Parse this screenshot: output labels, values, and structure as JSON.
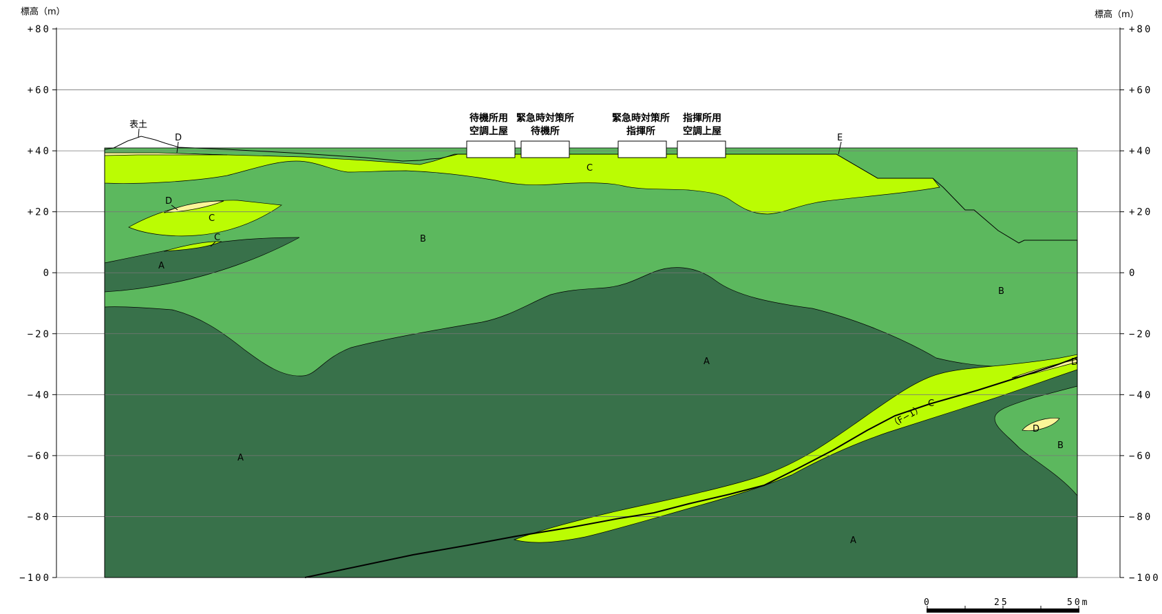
{
  "axis": {
    "left_unit": "標高（m）",
    "right_unit": "標高（m）",
    "ticks": [
      {
        "value": 80,
        "label": "+80"
      },
      {
        "value": 60,
        "label": "+60"
      },
      {
        "value": 40,
        "label": "+40"
      },
      {
        "value": 20,
        "label": "+20"
      },
      {
        "value": 0,
        "label": "0"
      },
      {
        "value": -20,
        "label": "−20"
      },
      {
        "value": -40,
        "label": "−40"
      },
      {
        "value": -60,
        "label": "−60"
      },
      {
        "value": -80,
        "label": "−80"
      },
      {
        "value": -100,
        "label": "−100"
      }
    ]
  },
  "colors": {
    "unit_A": "#38714a",
    "unit_B": "#5cb85e",
    "unit_C": "#bbfc03",
    "unit_D": "#faf598",
    "outline": "#000000"
  },
  "labels": {
    "topsoil": "表土",
    "d_top": "D",
    "e": "E",
    "c_top": "C",
    "b_main": "B",
    "b_right": "B",
    "b_pocket": "B",
    "a_main": "A",
    "a_center": "A",
    "a_left_small": "A",
    "a_bottom": "A",
    "c_lens_upper": "C",
    "c_lens_lower": "C",
    "d_lens_upper": "D",
    "c_fault": "C",
    "d_right_top": "D",
    "d_right_lens": "D",
    "fault": "（F−1）"
  },
  "buildings": [
    {
      "line1": "待機所用",
      "line2": "空調上屋"
    },
    {
      "line1": "緊急時対策所",
      "line2": "待機所"
    },
    {
      "line1": "緊急時対策所",
      "line2": "指揮所"
    },
    {
      "line1": "指揮所用",
      "line2": "空調上屋"
    }
  ],
  "scale_bar": {
    "labels": [
      "0",
      "25",
      "50m"
    ]
  }
}
